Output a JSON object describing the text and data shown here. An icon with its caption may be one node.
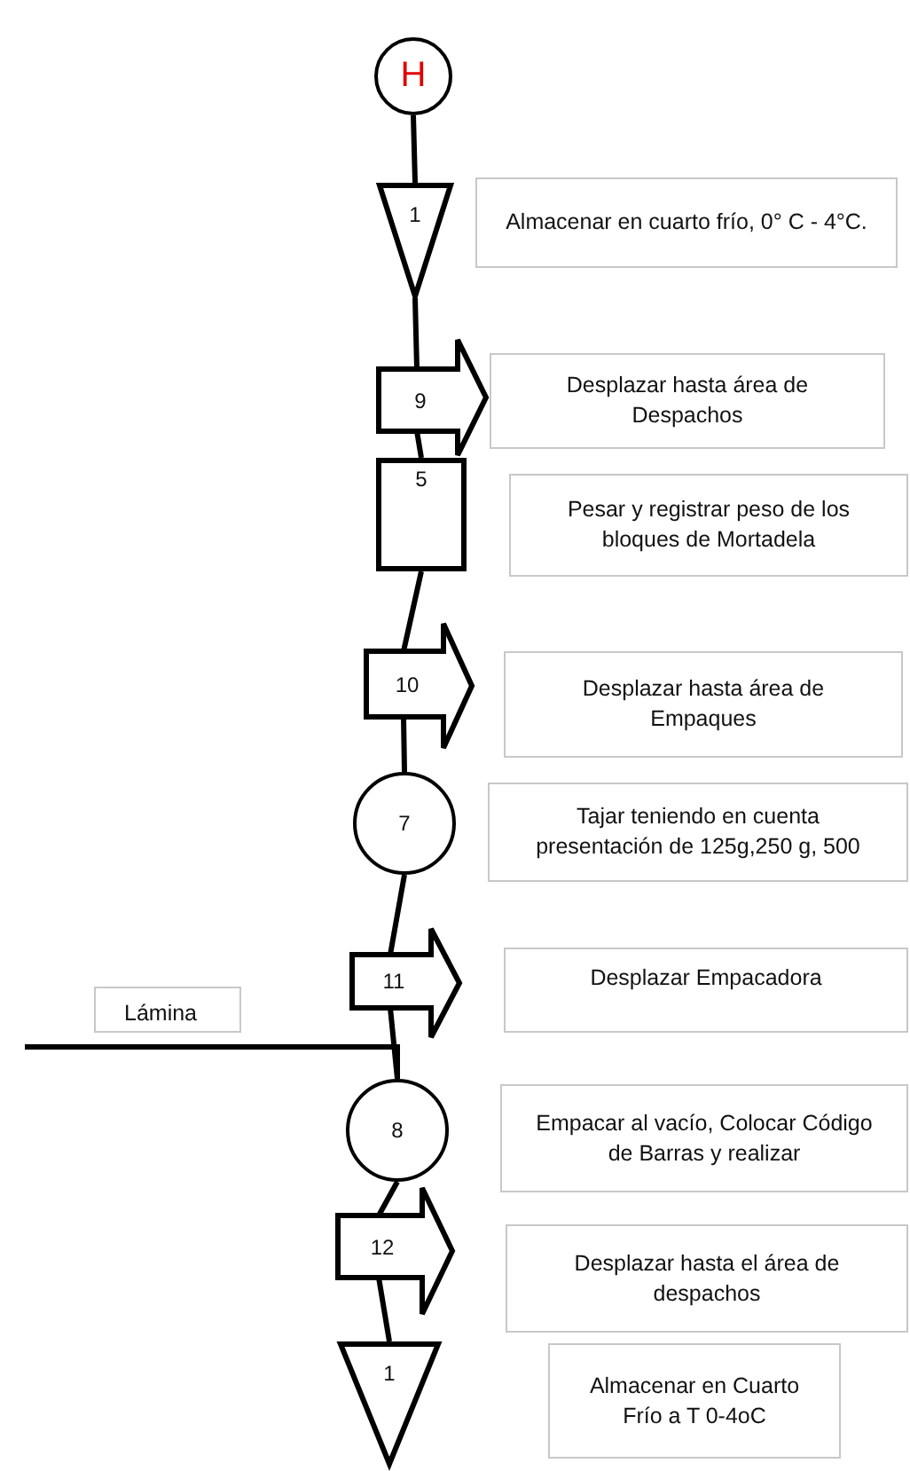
{
  "diagram": {
    "nodes": [
      {
        "text": [
          "H"
        ]
      },
      {
        "text": [
          "1"
        ]
      },
      {
        "text": [
          "Almacenar en cuarto frío, 0° C - 4°C."
        ]
      },
      {
        "text": [
          "9"
        ]
      },
      {
        "text": [
          "Desplazar hasta área de Despachos"
        ]
      },
      {
        "text": [
          "5"
        ]
      },
      {
        "text": [
          "Pesar y registrar peso de los bloques de Mortadela"
        ]
      },
      {
        "text": [
          "10"
        ]
      },
      {
        "text": [
          "Desplazar hasta área de Empaques"
        ]
      },
      {
        "text": [
          "7"
        ]
      },
      {
        "text": [
          "Tajar teniendo en cuenta presentación de 125g,250 g, 500"
        ]
      },
      {
        "text": [
          "11"
        ]
      },
      {
        "text": [
          "Desplazar Empacadora"
        ]
      },
      {
        "text": [
          "Lámina"
        ]
      },
      {
        "text": [
          "8"
        ]
      },
      {
        "text": [
          "Empacar al vacío, Colocar Código de Barras y realizar"
        ]
      },
      {
        "text": [
          "12"
        ]
      },
      {
        "text": [
          "Desplazar hasta el área de despachos"
        ]
      },
      {
        "text": [
          "1"
        ]
      },
      {
        "text": [
          "Almacenar en Cuarto Frío a T 0-4oC"
        ]
      }
    ],
    "edges": [
      {
        "from": 0,
        "to": 1,
        "arrow": "none"
      },
      {
        "from": 1,
        "to": 3,
        "arrow": "none"
      },
      {
        "from": 3,
        "to": 5,
        "arrow": "none"
      },
      {
        "from": 5,
        "to": 7,
        "arrow": "none"
      },
      {
        "from": 7,
        "to": 9,
        "arrow": "none"
      },
      {
        "from": 9,
        "to": 11,
        "arrow": "none"
      },
      {
        "from": 11,
        "to": 14,
        "arrow": "none"
      },
      {
        "from": null,
        "to": 14,
        "arrow": "none"
      },
      {
        "from": 14,
        "to": 16,
        "arrow": "none"
      },
      {
        "from": 16,
        "to": 18,
        "arrow": "none"
      }
    ]
  }
}
